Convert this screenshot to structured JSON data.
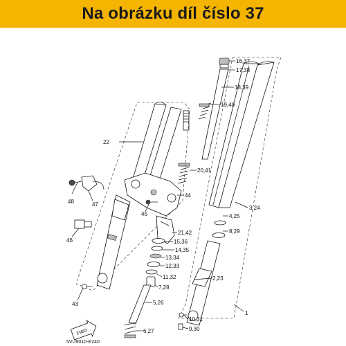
{
  "banner": {
    "title": "Na obrázku díl číslo 37",
    "background": "#f4b400"
  },
  "labels": {
    "l16_37": "16,37",
    "l17_38": "17,38",
    "l18_39": "18,39",
    "l19_40": "19,40",
    "l20_41": "20,41",
    "l22": "22",
    "l3_24": "3,24",
    "l4_25": "4,25",
    "l8_29": "8,29",
    "l44": "44",
    "l45": "45",
    "l48": "48",
    "l47": "47",
    "l46": "46",
    "l21_42": "21,42",
    "l15_36": "15,36",
    "l14_35": "14,35",
    "l13_34": "13,34",
    "l12_33": "12,33",
    "l11_32": "11,32",
    "l7_28": "7,28",
    "l2_23": "2,23",
    "l5_26": "5,26",
    "l1": "1",
    "l43": "43",
    "l10_31": "10,31",
    "l9_30": "9,30",
    "l6_27": "6,27"
  },
  "fwd_label": "FWD",
  "diagram_code": "5VU9010-E240"
}
